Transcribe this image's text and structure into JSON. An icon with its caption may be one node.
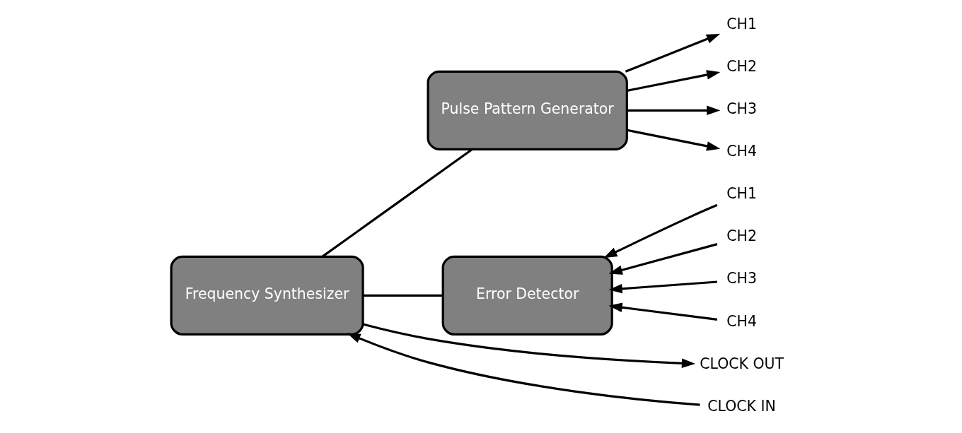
{
  "diagram": {
    "nodes": [
      {
        "text": [
          "Frequency Synthesizer"
        ]
      },
      {
        "text": [
          "Pulse Pattern Generator"
        ]
      },
      {
        "text": [
          "Error Detector"
        ]
      },
      {
        "text": [
          "CH1"
        ]
      },
      {
        "text": [
          "CH2"
        ]
      },
      {
        "text": [
          "CH3"
        ]
      },
      {
        "text": [
          "CH4"
        ]
      },
      {
        "text": [
          "CH1"
        ]
      },
      {
        "text": [
          "CH2"
        ]
      },
      {
        "text": [
          "CH3"
        ]
      },
      {
        "text": [
          "CH4"
        ]
      },
      {
        "text": [
          "CLOCK OUT"
        ]
      },
      {
        "text": [
          "CLOCK IN"
        ]
      }
    ],
    "edges": [
      {
        "from": 0,
        "to": 1,
        "arrow": "none"
      },
      {
        "from": 0,
        "to": 2,
        "arrow": "none"
      },
      {
        "from": 1,
        "to": 3,
        "arrow": "to"
      },
      {
        "from": 1,
        "to": 4,
        "arrow": "to"
      },
      {
        "from": 1,
        "to": 5,
        "arrow": "to"
      },
      {
        "from": 1,
        "to": 6,
        "arrow": "to"
      },
      {
        "from": 7,
        "to": 2,
        "arrow": "to"
      },
      {
        "from": 8,
        "to": 2,
        "arrow": "to"
      },
      {
        "from": 9,
        "to": 2,
        "arrow": "to"
      },
      {
        "from": 10,
        "to": 2,
        "arrow": "to"
      },
      {
        "from": 0,
        "to": 11,
        "arrow": "to"
      },
      {
        "from": 12,
        "to": 0,
        "arrow": "to"
      }
    ]
  }
}
